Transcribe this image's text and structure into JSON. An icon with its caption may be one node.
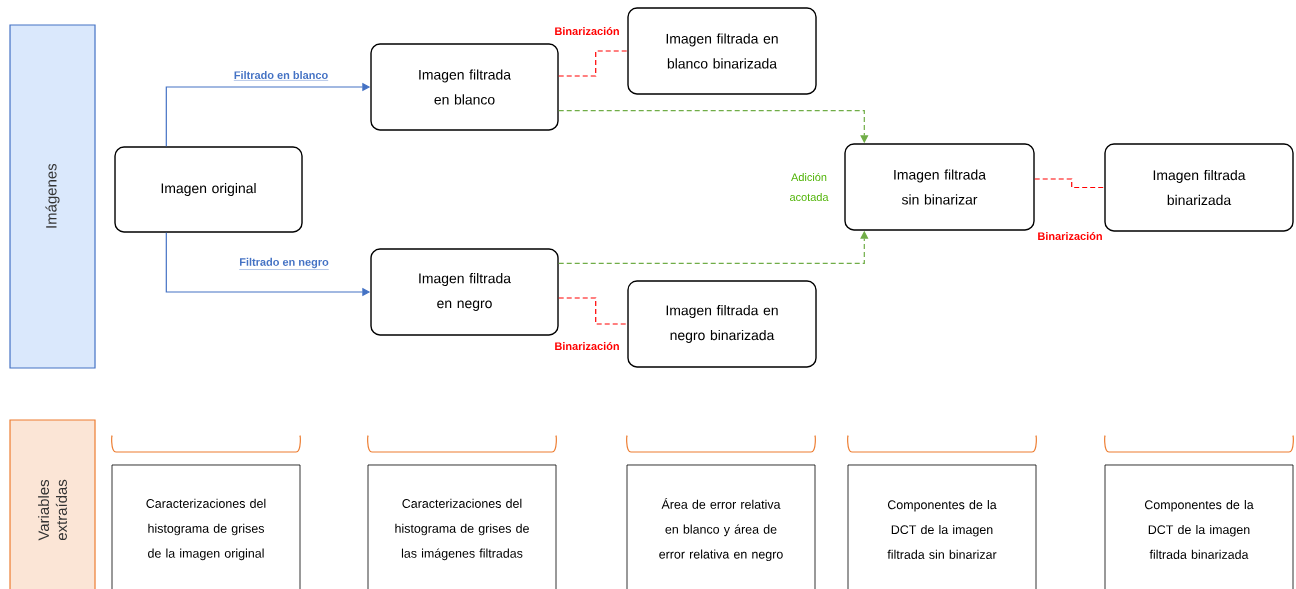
{
  "diagram": {
    "nodes": [
      {
        "text": [
          "Imágenes"
        ]
      },
      {
        "text": [
          "Imagen original"
        ]
      },
      {
        "text": [
          "Imagen filtrada en blanco"
        ]
      },
      {
        "text": [
          "Imagen filtrada en blanco binarizada"
        ]
      },
      {
        "text": [
          "Imagen filtrada en negro"
        ]
      },
      {
        "text": [
          "Imagen filtrada en negro binarizada"
        ]
      },
      {
        "text": [
          "Imagen filtrada sin binarizar"
        ],
        "beside": [
          "Adición acotada"
        ]
      },
      {
        "text": [
          "Imagen filtrada binarizada"
        ]
      },
      {
        "text": [
          "Variables extraídas"
        ]
      },
      {
        "text": [
          "Caracterizaciones del histograma de grises de la imagen original"
        ]
      },
      {
        "text": [
          "Caracterizaciones del histograma de grises de las imágenes filtradas"
        ]
      },
      {
        "text": [
          "Área de error relativa en blanco y área de error relativa en negro"
        ]
      },
      {
        "text": [
          "Componentes de la DCT de la imagen filtrada sin binarizar"
        ]
      },
      {
        "text": [
          "Componentes de la DCT de la imagen filtrada binarizada"
        ]
      }
    ],
    "edges": [
      {
        "from": 1,
        "to": 2,
        "arrow": "to",
        "label": "Filtrado en blanco",
        "color": "#4472c4"
      },
      {
        "from": 1,
        "to": 4,
        "arrow": "to",
        "label": "Filtrado en negro",
        "color": "#4472c4"
      },
      {
        "from": 2,
        "to": 3,
        "arrow": "none",
        "label": "Binarización",
        "style": "dashed",
        "color": "#ff0000"
      },
      {
        "from": 4,
        "to": 5,
        "arrow": "none",
        "label": "Binarización",
        "style": "dashed",
        "color": "#ff0000"
      },
      {
        "from": 2,
        "to": 6,
        "arrow": "to",
        "style": "dashed",
        "color": "#70ad47"
      },
      {
        "from": 4,
        "to": 6,
        "arrow": "to",
        "style": "dashed",
        "color": "#70ad47"
      },
      {
        "from": 6,
        "to": 7,
        "arrow": "none",
        "label": "Binarización",
        "style": "dashed",
        "color": "#ff0000"
      }
    ]
  }
}
